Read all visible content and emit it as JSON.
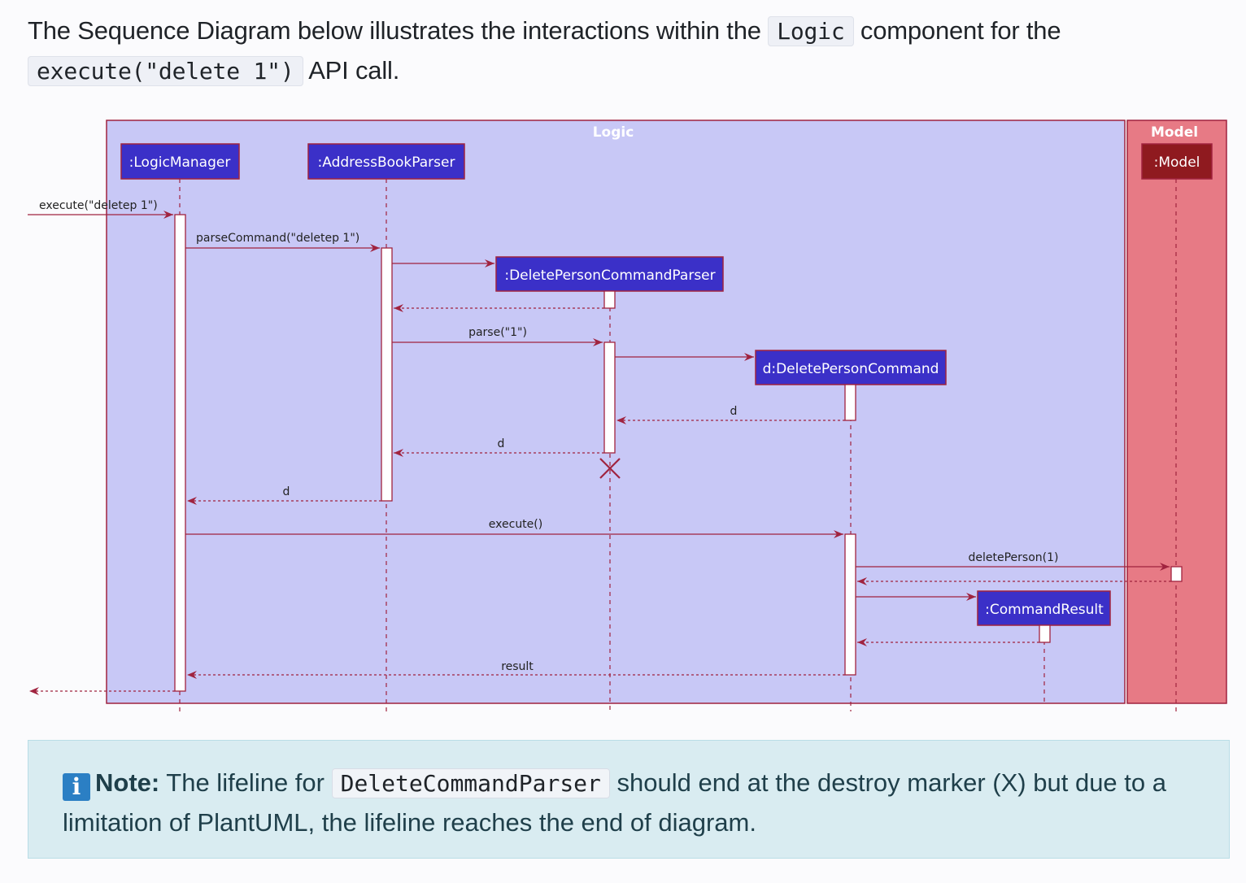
{
  "intro": {
    "text_1": "The Sequence Diagram below illustrates the interactions within the ",
    "code_1": "Logic",
    "text_2": " component for the ",
    "code_2": "execute(\"delete 1\")",
    "text_3": " API call."
  },
  "diagram": {
    "boxes": [
      {
        "id": "logic",
        "label": "Logic"
      },
      {
        "id": "model",
        "label": "Model"
      }
    ],
    "participants": [
      {
        "id": "lm",
        "label": ":LogicManager"
      },
      {
        "id": "abp",
        "label": ":AddressBookParser"
      },
      {
        "id": "dpcp",
        "label": ":DeletePersonCommandParser"
      },
      {
        "id": "dpc",
        "label": "d:DeletePersonCommand"
      },
      {
        "id": "cr",
        "label": ":CommandResult"
      },
      {
        "id": "mod",
        "label": ":Model"
      }
    ],
    "messages": [
      {
        "from": "ext",
        "to": "lm",
        "label": "execute(\"deletep 1\")",
        "kind": "call"
      },
      {
        "from": "lm",
        "to": "abp",
        "label": "parseCommand(\"deletep 1\")",
        "kind": "call"
      },
      {
        "from": "abp",
        "to": "dpcp",
        "label": "",
        "kind": "create"
      },
      {
        "from": "dpcp",
        "to": "abp",
        "label": "",
        "kind": "return"
      },
      {
        "from": "abp",
        "to": "dpcp",
        "label": "parse(\"1\")",
        "kind": "call"
      },
      {
        "from": "dpcp",
        "to": "dpc",
        "label": "",
        "kind": "create"
      },
      {
        "from": "dpc",
        "to": "dpcp",
        "label": "d",
        "kind": "return"
      },
      {
        "from": "dpcp",
        "to": "abp",
        "label": "d",
        "kind": "return"
      },
      {
        "from": "abp",
        "to": "lm",
        "label": "d",
        "kind": "return"
      },
      {
        "from": "lm",
        "to": "dpc",
        "label": "execute()",
        "kind": "call"
      },
      {
        "from": "dpc",
        "to": "mod",
        "label": "deletePerson(1)",
        "kind": "call"
      },
      {
        "from": "mod",
        "to": "dpc",
        "label": "",
        "kind": "return"
      },
      {
        "from": "dpc",
        "to": "cr",
        "label": "",
        "kind": "create"
      },
      {
        "from": "cr",
        "to": "dpc",
        "label": "",
        "kind": "return"
      },
      {
        "from": "dpc",
        "to": "lm",
        "label": "result",
        "kind": "return"
      },
      {
        "from": "lm",
        "to": "ext",
        "label": "",
        "kind": "return"
      }
    ]
  },
  "note": {
    "icon": "info-icon",
    "title": "Note:",
    "text_1": " The lifeline for ",
    "code": "DeleteCommandParser",
    "text_2": " should end at the destroy marker (X) but due to a limitation of PlantUML, the lifeline reaches the end of diagram."
  },
  "colors": {
    "logic_bg": "#c8c8f6",
    "model_bg": "#e77a85",
    "border": "#a0233f",
    "participant_bg": "#3b30c8",
    "model_participant_bg": "#8f1a1f"
  }
}
